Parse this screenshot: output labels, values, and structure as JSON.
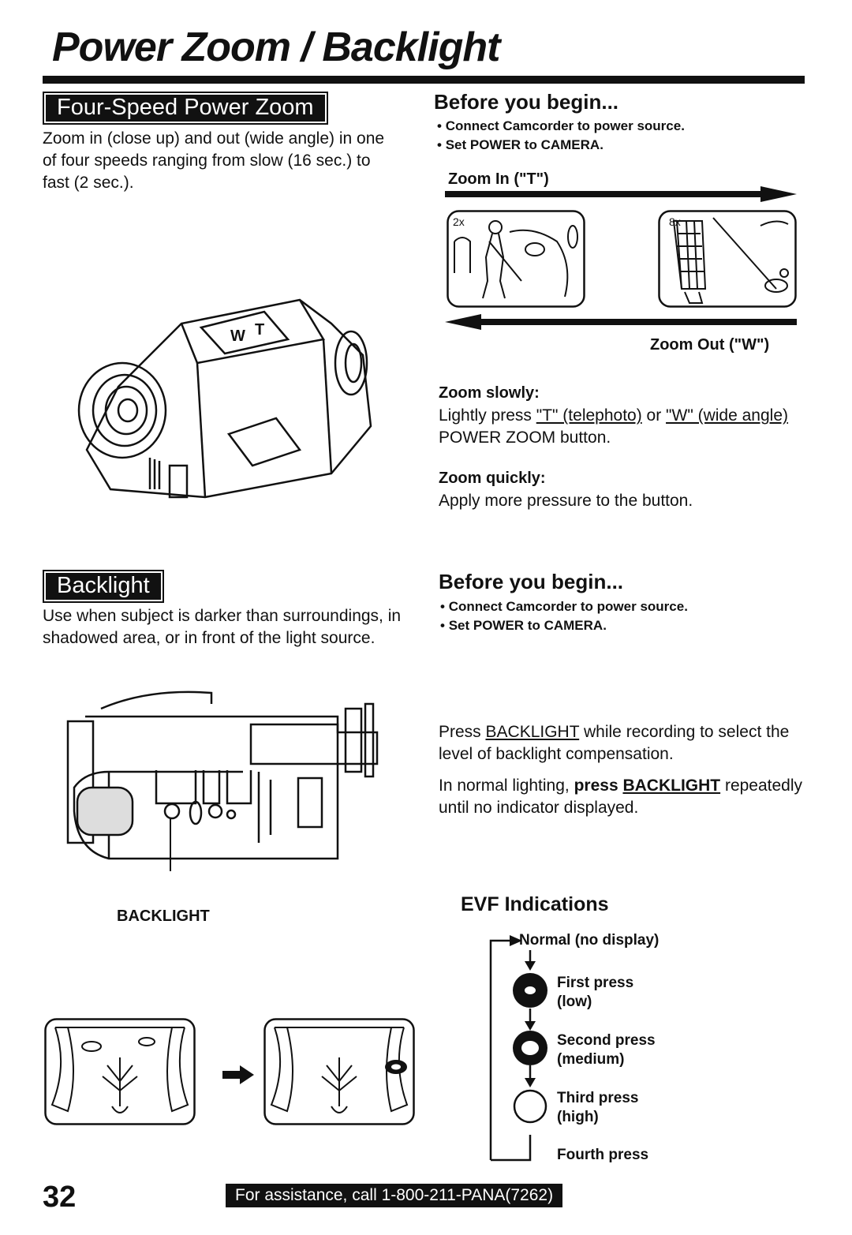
{
  "page": {
    "title": "Power Zoom / Backlight",
    "number": "32",
    "footer": "For assistance, call 1-800-211-PANA(7262)"
  },
  "zoom": {
    "heading": "Four-Speed Power Zoom",
    "intro": "Zoom in (close up) and out (wide angle) in one of four speeds ranging from slow (16 sec.) to fast (2 sec.).",
    "before_heading": "Before you begin...",
    "bullets": [
      "Connect Camcorder to power source.",
      "Set POWER to CAMERA."
    ],
    "zoom_in_label": "Zoom In (\"T\")",
    "zoom_out_label": "Zoom Out (\"W\")",
    "frame_left_mag": "2x",
    "frame_right_mag": "8x",
    "camera_buttons": [
      "W",
      "T"
    ],
    "slowly_heading": "Zoom slowly:",
    "slowly_pre": "Lightly press ",
    "slowly_t": "\"T\" (telephoto)",
    "slowly_or": " or ",
    "slowly_w": "\"W\" (wide angle)",
    "slowly_post": " POWER ZOOM button.",
    "quickly_heading": "Zoom quickly:",
    "quickly_text": "Apply more pressure to the button."
  },
  "backlight": {
    "heading": "Backlight",
    "intro": "Use when subject is darker than surroundings, in shadowed area, or in front of the light source.",
    "before_heading": "Before you begin...",
    "bullets": [
      "Connect Camcorder to power source.",
      "Set POWER to CAMERA."
    ],
    "press_pre": "Press ",
    "press_key": "BACKLIGHT",
    "press_post": " while recording to select the level of backlight compensation.",
    "normal_pre": "In normal lighting, ",
    "normal_bold": "press ",
    "normal_key": "BACKLIGHT",
    "normal_post": " repeatedly until no indicator displayed.",
    "callout": "BACKLIGHT",
    "evf_heading": "EVF Indications",
    "evf_states": [
      {
        "label": "Normal (no display)"
      },
      {
        "label": "First press",
        "sub": "(low)"
      },
      {
        "label": "Second press",
        "sub": "(medium)"
      },
      {
        "label": "Third press",
        "sub": "(high)"
      },
      {
        "label": "Fourth press"
      }
    ]
  }
}
